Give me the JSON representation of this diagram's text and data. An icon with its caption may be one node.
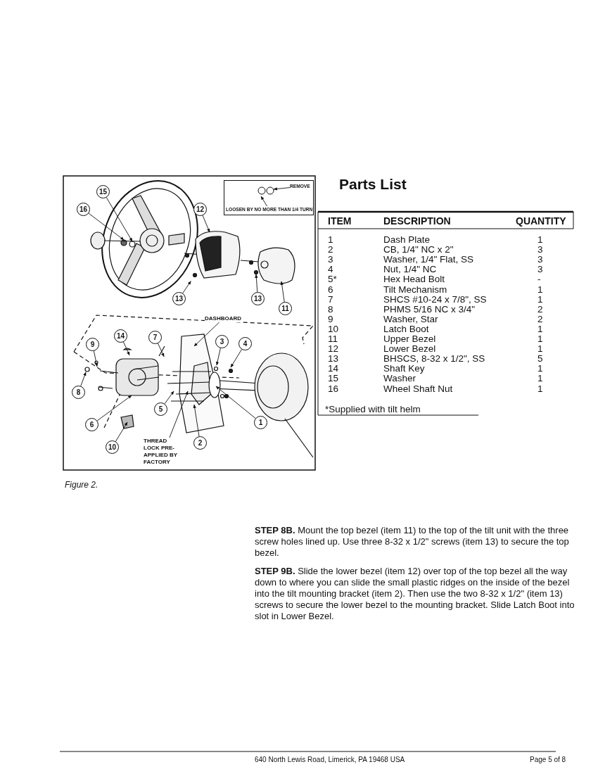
{
  "diagram": {
    "title": "Parts List",
    "caption": "Figure 2.",
    "nodes": [
      {
        "text": [],
        "shape": "box"
      },
      {
        "text": [
          "REMOVE"
        ],
        "in": 0
      },
      {
        "text": [
          "LOOSEN BY NO MORE THAN 1/4 TURN"
        ],
        "in": 0
      },
      {
        "text": [
          "15"
        ]
      },
      {
        "text": [
          "16"
        ]
      },
      {
        "text": [
          "12"
        ]
      },
      {
        "text": [
          "13"
        ]
      },
      {
        "text": [
          "13"
        ]
      },
      {
        "text": [
          "11"
        ]
      },
      {
        "text": [
          "DASHBOARD"
        ]
      },
      {
        "text": [
          "14"
        ]
      },
      {
        "text": [
          "7"
        ]
      },
      {
        "text": [
          "9"
        ]
      },
      {
        "text": [
          "8"
        ]
      },
      {
        "text": [
          "3"
        ]
      },
      {
        "text": [
          "4"
        ]
      },
      {
        "text": [
          "6"
        ]
      },
      {
        "text": [
          "10"
        ]
      },
      {
        "text": [
          "5"
        ]
      },
      {
        "text": [
          "1"
        ]
      },
      {
        "text": [
          "2"
        ]
      },
      {
        "text": [
          "THREAD LOCK PRE-APPLIED BY FACTORY"
        ]
      }
    ],
    "edges": [
      {
        "from": 1,
        "to": null,
        "arrow": "to"
      },
      {
        "from": 2,
        "to": null,
        "arrow": "to"
      },
      {
        "from": 3,
        "to": null,
        "arrow": "to"
      },
      {
        "from": 4,
        "to": null,
        "arrow": "to"
      },
      {
        "from": 5,
        "to": null,
        "arrow": "to"
      },
      {
        "from": 6,
        "to": null,
        "arrow": "to"
      },
      {
        "from": 7,
        "to": null,
        "arrow": "to"
      },
      {
        "from": 8,
        "to": null,
        "arrow": "to"
      },
      {
        "from": 9,
        "to": null,
        "arrow": "to"
      },
      {
        "from": 10,
        "to": null,
        "arrow": "to"
      },
      {
        "from": 11,
        "to": null,
        "arrow": "to"
      },
      {
        "from": 12,
        "to": null,
        "arrow": "to"
      },
      {
        "from": 13,
        "to": null,
        "arrow": "to"
      },
      {
        "from": 14,
        "to": null,
        "arrow": "to"
      },
      {
        "from": 15,
        "to": null,
        "arrow": "to"
      },
      {
        "from": 16,
        "to": null,
        "arrow": "to"
      },
      {
        "from": 17,
        "to": null,
        "arrow": "to"
      },
      {
        "from": 18,
        "to": null,
        "arrow": "to"
      },
      {
        "from": 19,
        "to": null,
        "arrow": "to"
      },
      {
        "from": 20,
        "to": null,
        "arrow": "to"
      },
      {
        "from": 21,
        "to": null,
        "arrow": "to"
      }
    ],
    "labels": [
      "ITEM",
      "DESCRIPTION",
      "QUANTITY",
      "1",
      "Dash Plate",
      "1",
      "2",
      "CB, 1/4\" NC x 2\"",
      "3",
      "3",
      "Washer, 1/4\" Flat, SS",
      "3",
      "4",
      "Nut, 1/4\" NC",
      "3",
      "5*",
      "Hex Head Bolt",
      "-",
      "6",
      "Tilt Mechanism",
      "1",
      "7",
      "SHCS #10-24 x 7/8\", SS",
      "1",
      "8",
      "PHMS 5/16 NC x 3/4\"",
      "2",
      "9",
      "Washer, Star",
      "2",
      "10",
      "Latch Boot",
      "1",
      "11",
      "Upper Bezel",
      "1",
      "12",
      "Lower Bezel",
      "1",
      "13",
      "BHSCS, 8-32 x 1/2\", SS",
      "5",
      "14",
      "Shaft Key",
      "1",
      "15",
      "Washer",
      "1",
      "16",
      "Wheel Shaft Nut",
      "1",
      "*Supplied with tilt helm",
      "**STEP 8B.** Mount the top bezel (item 11) to the top of the tilt unit with the three screw holes lined up. Use three 8-32 x 1/2\" screws (item 13) to secure the top bezel.",
      "**STEP 9B.** Slide the lower bezel (item 12) over top of the top bezel all the way down to where you can slide the small plastic ridges on the inside of the bezel into the tilt mounting bracket (item 2). Then use the two 8-32 x 1/2\" (item 13) screws to secure the lower bezel to the mounting bracket. Slide Latch Boot into slot in Lower Bezel.",
      "640 North Lewis Road, Limerick, PA 19468 USA",
      "Page 5 of 8"
    ]
  }
}
